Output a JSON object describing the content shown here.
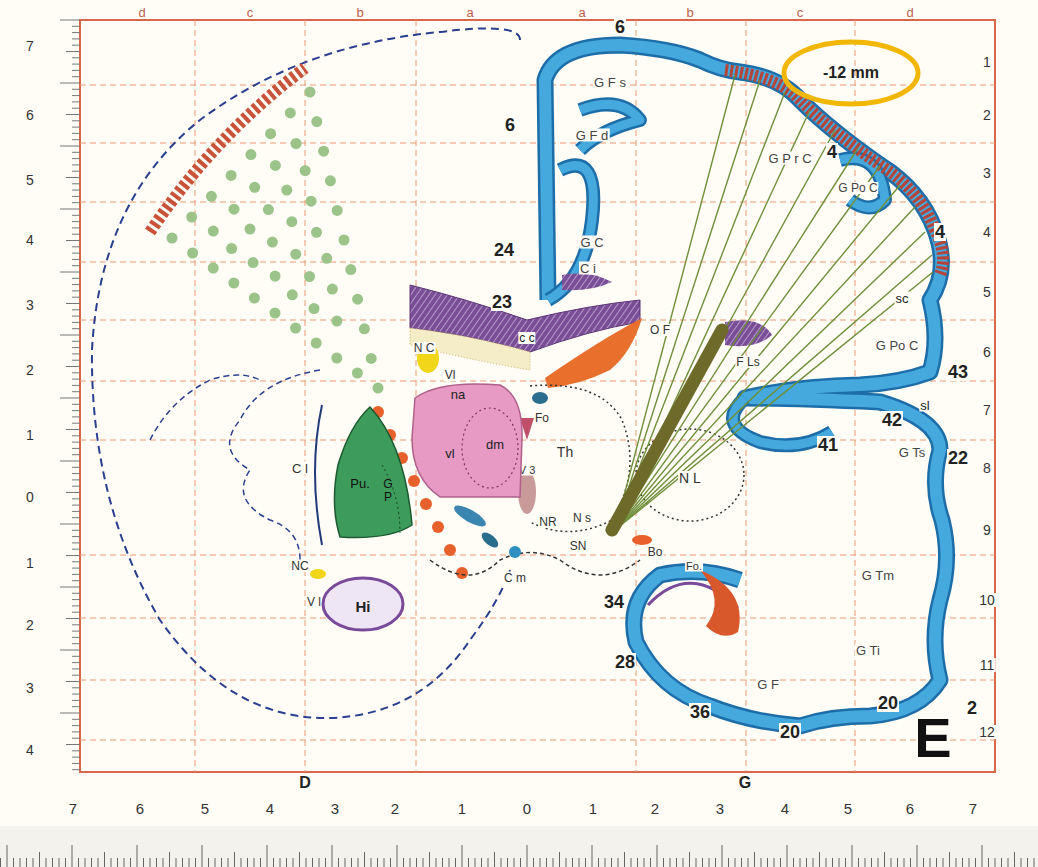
{
  "diagram": {
    "nodes": [
      {
        "text": [
          "Pu.",
          "G P"
        ]
      },
      {
        "text": [
          "na",
          "vl",
          "dm"
        ]
      },
      {
        "text": [
          "Hi"
        ]
      },
      {
        "text": [
          "-12 mm"
        ]
      }
    ],
    "labels": [
      "d",
      "c",
      "b",
      "a",
      "a",
      "b",
      "c",
      "d",
      "7",
      "6",
      "5",
      "4",
      "3",
      "2",
      "1",
      "0",
      "1",
      "2",
      "3",
      "4",
      "1",
      "2",
      "3",
      "4",
      "5",
      "6",
      "7",
      "8",
      "9",
      "10",
      "11",
      "12",
      "6",
      "G F s",
      "6",
      "G F d",
      "G P r C",
      "4",
      "G Po C",
      "4",
      "24",
      "G C",
      "C i",
      "23",
      "sc",
      "c c",
      "O F",
      "F Ls",
      "G Po C",
      "43",
      "N C",
      "Vl",
      "sl",
      "42",
      "Fo",
      "Th",
      "41",
      "G Ts",
      "22",
      "C l",
      "N L",
      "V 3",
      "NR",
      "N s",
      "SN",
      "Bo",
      "Fo.",
      "C m",
      "NC",
      "G Tm",
      "V l",
      "34",
      "G Ti",
      "28",
      "G F",
      "20",
      "2",
      "36",
      "20",
      "E",
      "7",
      "6",
      "5",
      "4",
      "3",
      "2",
      "1",
      "0",
      "1",
      "2",
      "3",
      "4",
      "5",
      "6",
      "7",
      "D",
      "G"
    ]
  }
}
